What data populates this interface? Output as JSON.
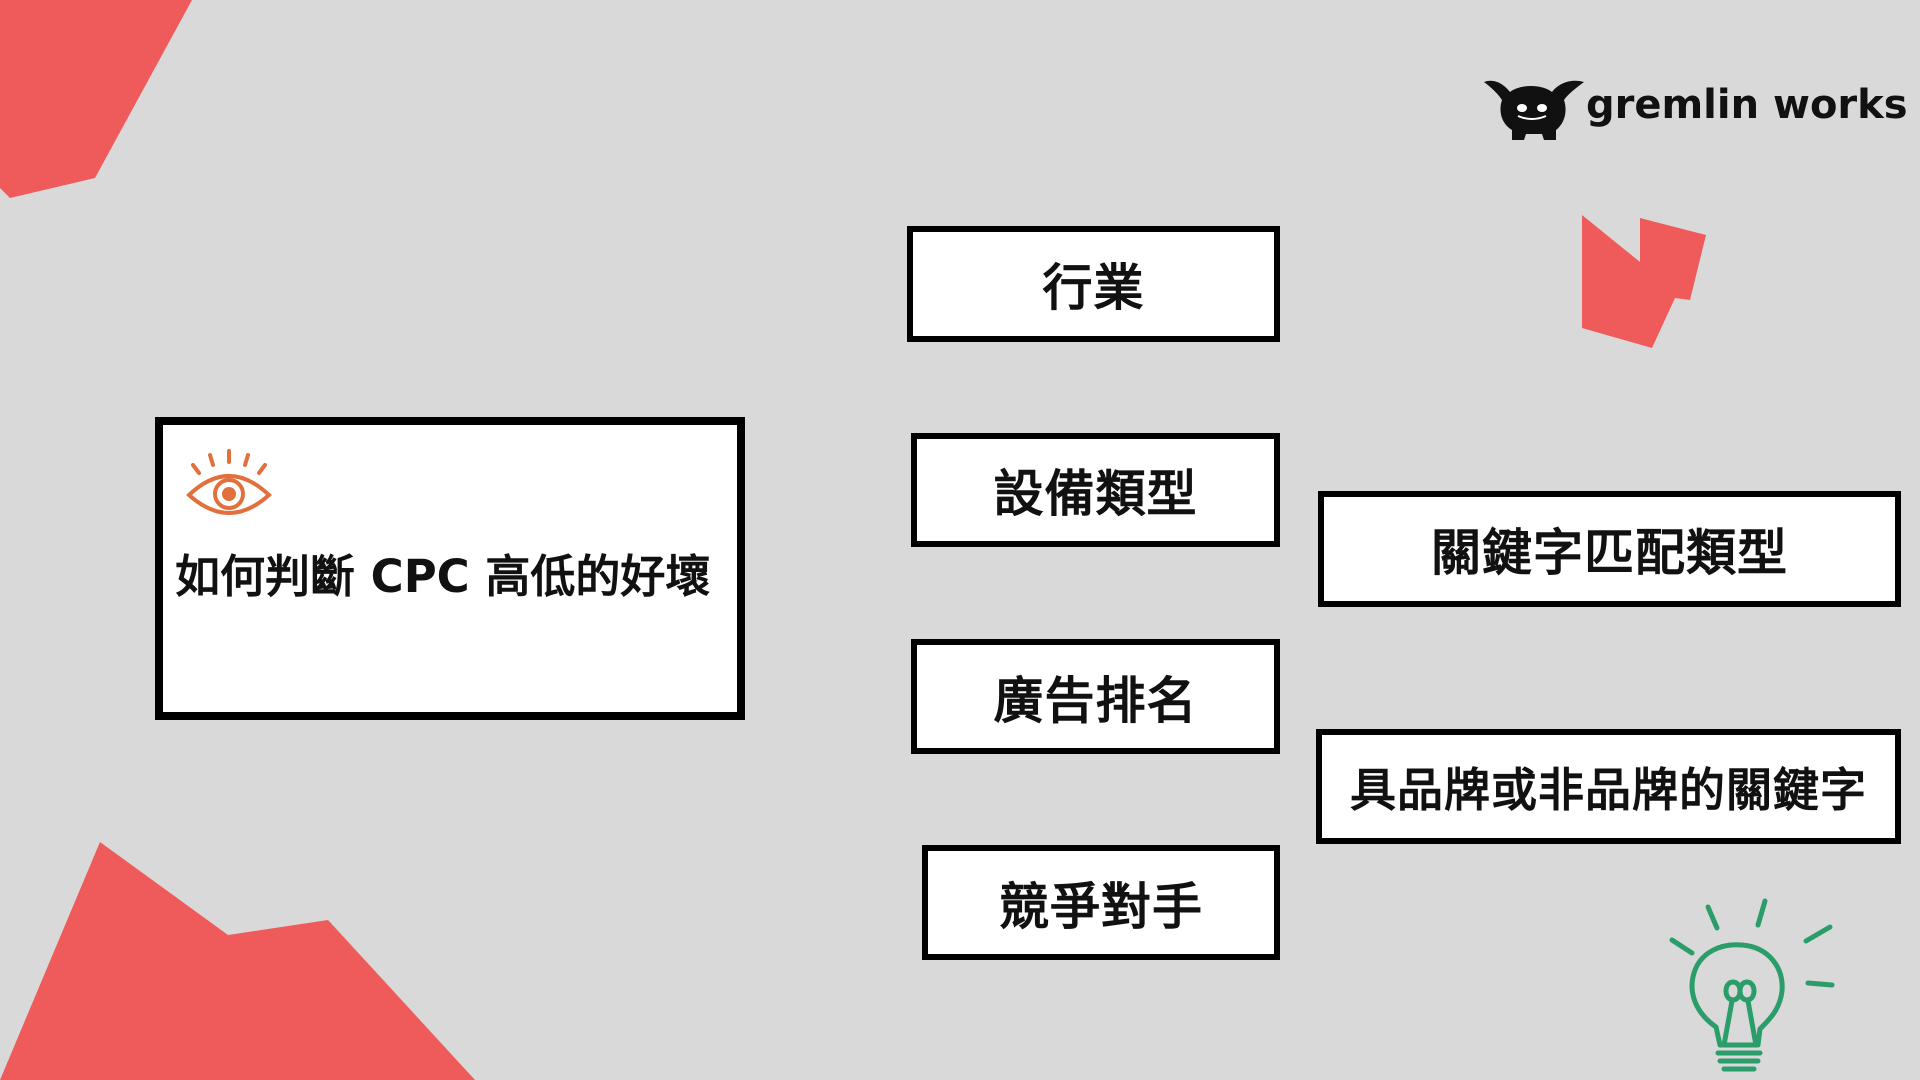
{
  "brand": {
    "name": "gremlin works",
    "accent_color": "#ef5a5a",
    "icon_color": "#2a9d6a",
    "eye_icon_color": "#e2703d"
  },
  "main": {
    "title": "如何判斷 CPC 高低的好壞",
    "icon": "eye-icon"
  },
  "factors": [
    "行業",
    "設備類型",
    "廣告排名",
    "競爭對手"
  ],
  "secondary_factors": [
    "關鍵字匹配類型",
    "具品牌或非品牌的關鍵字"
  ],
  "decorations": {
    "bulb": "lightbulb-icon"
  }
}
